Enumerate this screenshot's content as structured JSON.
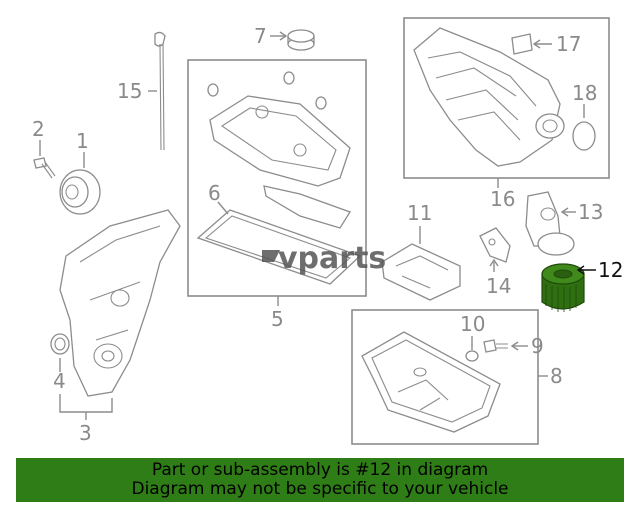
{
  "diagram": {
    "callouts": {
      "c1": "1",
      "c2": "2",
      "c3": "3",
      "c4": "4",
      "c5": "5",
      "c6": "6",
      "c7": "7",
      "c8": "8",
      "c9": "9",
      "c10": "10",
      "c11": "11",
      "c12": "12",
      "c13": "13",
      "c14": "14",
      "c15": "15",
      "c16": "16",
      "c17": "17",
      "c18": "18"
    },
    "highlight_part": "12",
    "highlight_color": "#2f6f12",
    "watermark": "vparts"
  },
  "banner": {
    "line1": "Part or sub-assembly is #12 in diagram",
    "line2": "Diagram may not be specific to your vehicle",
    "background": "#2f7d16"
  }
}
